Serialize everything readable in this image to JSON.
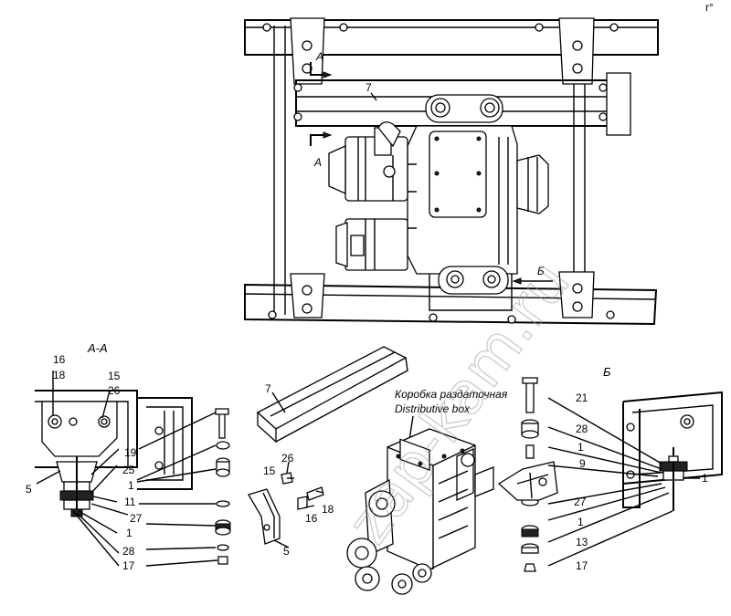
{
  "watermark": "zap-kam.ru",
  "corner_mark": "r°",
  "section_aa_title": "А-А",
  "section_b_title": "Б",
  "top_labels": {
    "section_arrow_top": "А",
    "section_arrow_bottom": "А",
    "view_arrow": "Б",
    "crossbar": "7"
  },
  "box_caption": {
    "line1": "Коробка раздаточная",
    "line2": "Distributive box"
  },
  "callouts_left": [
    "16",
    "18",
    "15",
    "26",
    "19",
    "25",
    "5",
    "1",
    "11",
    "27",
    "1",
    "28",
    "17"
  ],
  "callouts_middle": [
    "7",
    "26",
    "15",
    "16",
    "18",
    "5"
  ],
  "callouts_right": [
    "21",
    "28",
    "1",
    "9",
    "1",
    "27",
    "1",
    "13",
    "17"
  ]
}
